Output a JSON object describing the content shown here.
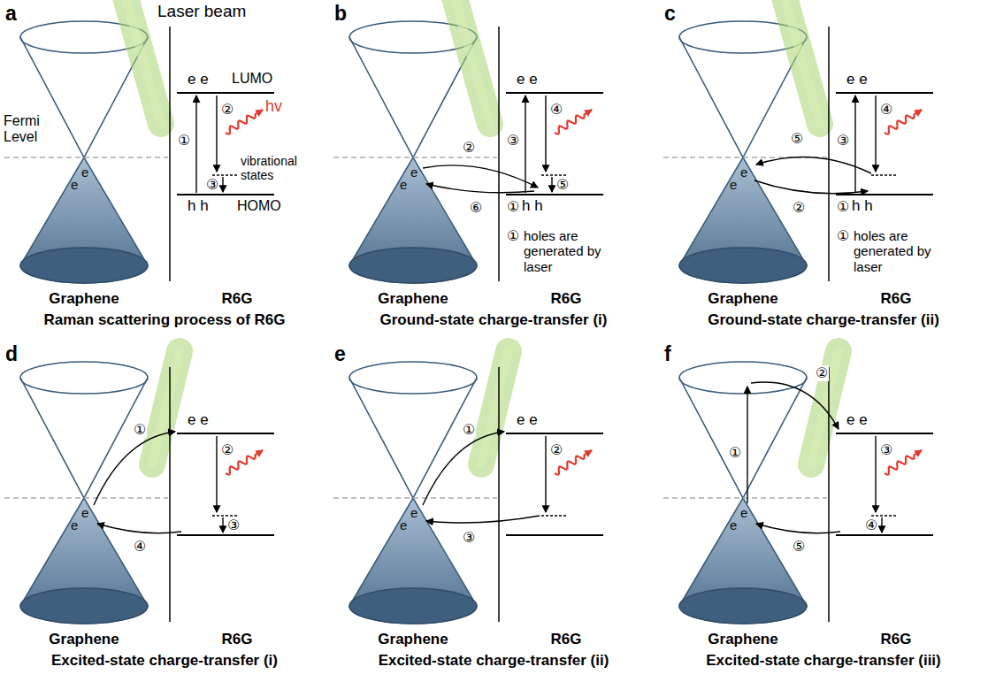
{
  "diagram": {
    "labels": [
      "a",
      "Laser beam",
      "e e",
      "LUMO",
      "hv",
      "Fermi Level",
      "e",
      "e",
      "①",
      "②",
      "vibrational states",
      "③",
      "h h",
      "HOMO",
      "Graphene",
      "R6G",
      "Raman scattering process of R6G",
      "b",
      "e e",
      "③",
      "④",
      "②",
      "⑥",
      "⑤",
      "①",
      "h h",
      "①",
      "holes are generated by laser",
      "e",
      "e",
      "Graphene",
      "R6G",
      "Ground-state charge-transfer (i)",
      "c",
      "e e",
      "③",
      "④",
      "⑤",
      "②",
      "①",
      "h h",
      "①",
      "holes are generated by laser",
      "e",
      "e",
      "Graphene",
      "R6G",
      "Ground-state charge-transfer (ii)",
      "d",
      "e e",
      "①",
      "②",
      "③",
      "④",
      "e",
      "e",
      "Graphene",
      "R6G",
      "Excited-state charge-transfer (i)",
      "e",
      "e e",
      "①",
      "②",
      "③",
      "e",
      "e",
      "Graphene",
      "R6G",
      "Excited-state charge-transfer (ii)",
      "f",
      "e e",
      "①",
      "②",
      "③",
      "④",
      "⑤",
      "e",
      "e",
      "Graphene",
      "R6G",
      "Excited-state charge-transfer (iii)"
    ]
  }
}
